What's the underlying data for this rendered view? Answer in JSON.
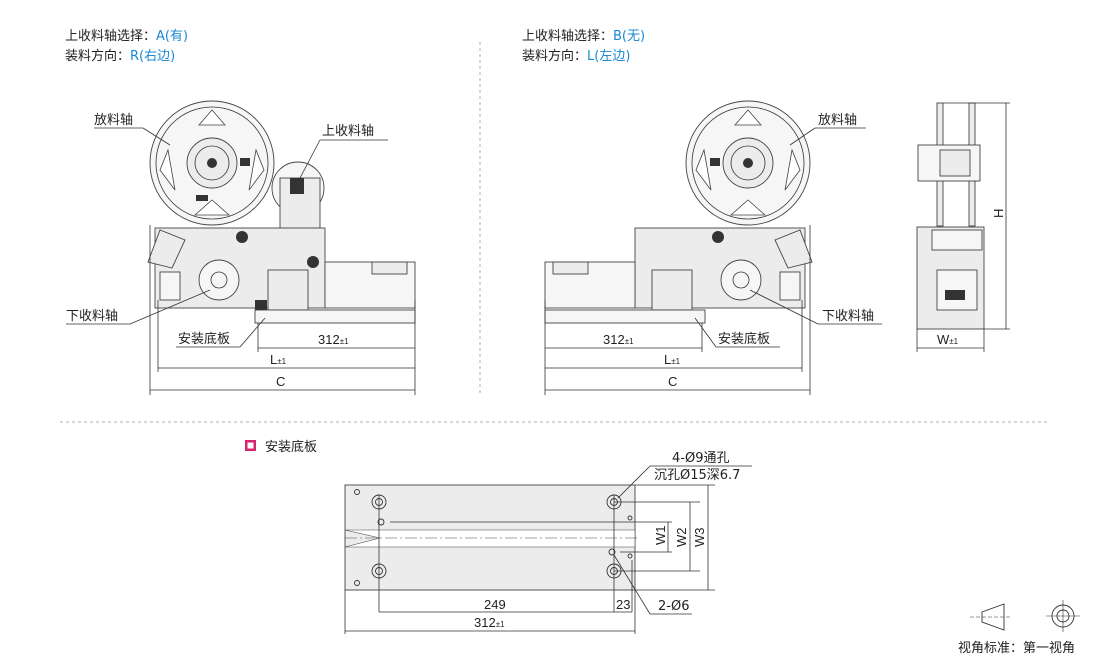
{
  "left_view": {
    "upper_axis_label": "上收料轴选择：",
    "upper_axis_value": "A(有)",
    "direction_label": "装料方向：",
    "direction_value": "R(右边)",
    "callout_unwind": "放料轴",
    "callout_upper": "上收料轴",
    "callout_lower": "下收料轴",
    "callout_base": "安装底板",
    "dim_312": "312",
    "dim_312_tol": "±1",
    "dim_L": "L",
    "dim_L_tol": "±1",
    "dim_C": "C"
  },
  "right_view": {
    "upper_axis_label": "上收料轴选择：",
    "upper_axis_value": "B(无)",
    "direction_label": "装料方向：",
    "direction_value": "L(左边)",
    "callout_unwind": "放料轴",
    "callout_lower": "下收料轴",
    "callout_base": "安装底板",
    "dim_312": "312",
    "dim_312_tol": "±1",
    "dim_L": "L",
    "dim_L_tol": "±1",
    "dim_C": "C"
  },
  "side_view": {
    "dim_H": "H",
    "dim_W": "W",
    "dim_W_tol": "±1"
  },
  "base_plate": {
    "title": "安装底板",
    "bullet_color": "#d6256e",
    "note_holes": "4-Ø9通孔",
    "note_counterbore": "沉孔Ø15深6.7",
    "note_pins": "2-Ø6",
    "dim_249": "249",
    "dim_23": "23",
    "dim_312": "312",
    "dim_312_tol": "±1",
    "dim_W1": "W1",
    "dim_W2": "W2",
    "dim_W3": "W3"
  },
  "projection": {
    "label": "视角标准：第一视角"
  },
  "accent_color": "#1a8ad4"
}
